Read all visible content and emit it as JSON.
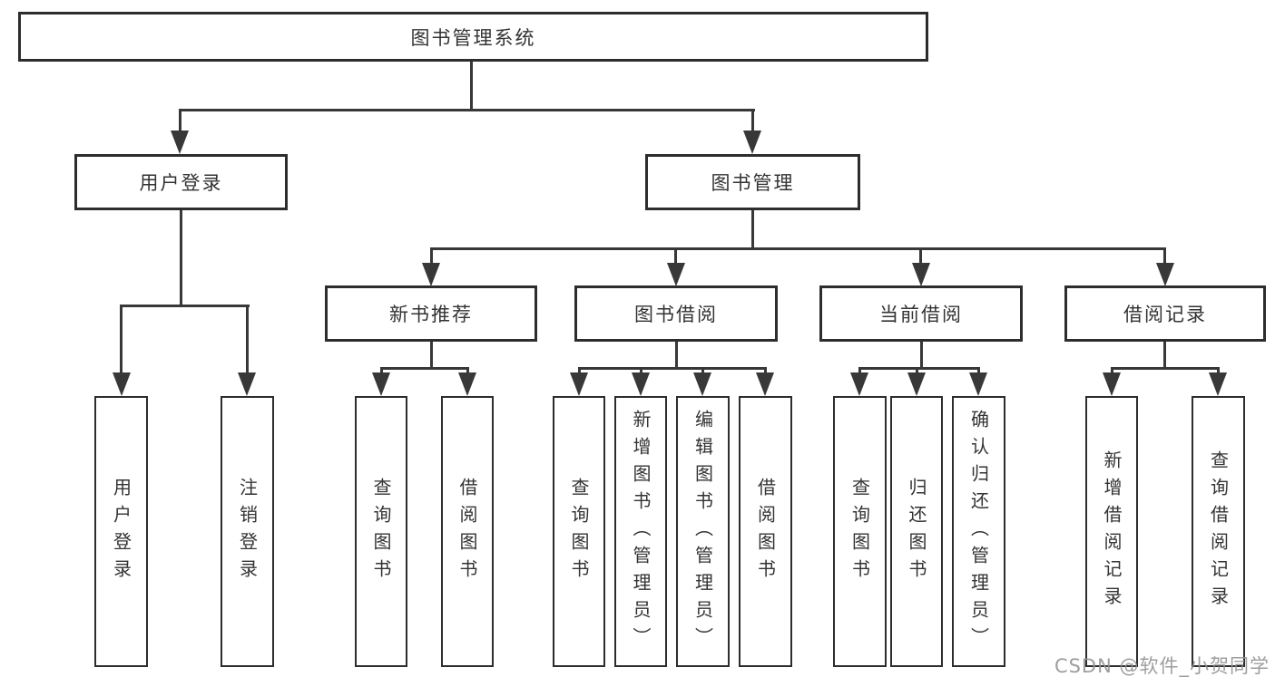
{
  "diagram": {
    "type": "hierarchy-tree",
    "root": {
      "label": "图书管理系统",
      "children": [
        {
          "label": "用户登录",
          "children": [
            {
              "label": "用户登录"
            },
            {
              "label": "注销登录"
            }
          ]
        },
        {
          "label": "图书管理",
          "children": [
            {
              "label": "新书推荐",
              "children": [
                {
                  "label": "查询图书"
                },
                {
                  "label": "借阅图书"
                }
              ]
            },
            {
              "label": "图书借阅",
              "children": [
                {
                  "label": "查询图书"
                },
                {
                  "label": "新增图书（管理员）"
                },
                {
                  "label": "编辑图书（管理员）"
                },
                {
                  "label": "借阅图书"
                }
              ]
            },
            {
              "label": "当前借阅",
              "children": [
                {
                  "label": "查询图书"
                },
                {
                  "label": "归还图书"
                },
                {
                  "label": "确认归还（管理员）"
                }
              ]
            },
            {
              "label": "借阅记录",
              "children": [
                {
                  "label": "新增借阅记录"
                },
                {
                  "label": "查询借阅记录"
                }
              ]
            }
          ]
        }
      ]
    },
    "colors": {
      "line": "#383838",
      "border": "#2d2d2d",
      "text": "#333333",
      "background": "#ffffff",
      "watermark": "#949494"
    }
  },
  "watermark": {
    "text": "CSDN @软件_小贺同学"
  }
}
